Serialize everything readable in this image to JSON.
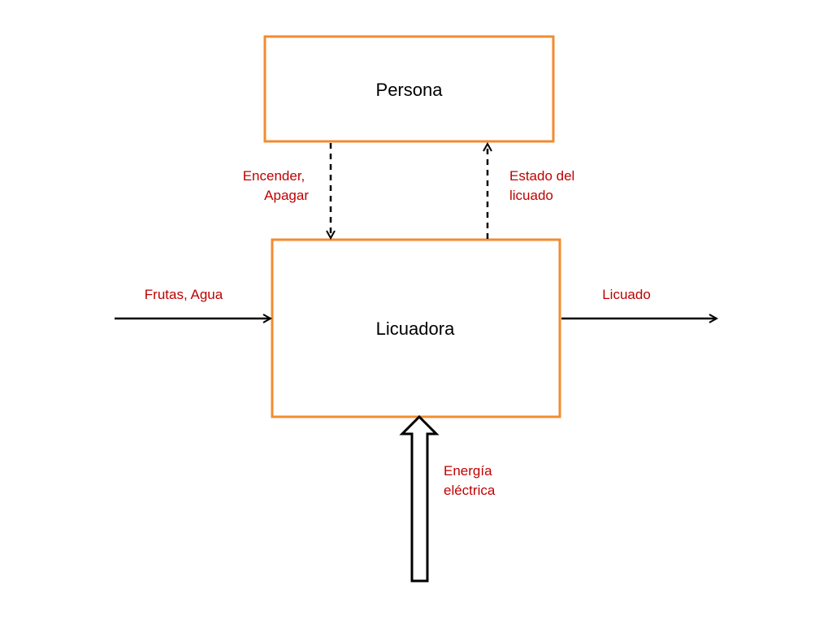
{
  "diagram": {
    "nodes": {
      "persona": {
        "label": "Persona"
      },
      "licuadora": {
        "label": "Licuadora"
      }
    },
    "flows": {
      "encender": {
        "lines": [
          "Encender,",
          "Apagar"
        ]
      },
      "estado": {
        "lines": [
          "Estado del",
          "licuado"
        ]
      },
      "frutas": {
        "lines": [
          "Frutas, Agua"
        ]
      },
      "licuado": {
        "lines": [
          "Licuado"
        ]
      },
      "energia": {
        "lines": [
          "Energía",
          "eléctrica"
        ]
      }
    }
  },
  "colors": {
    "box_border": "#F28B30",
    "label_text": "#C00000",
    "arrow": "#000000"
  }
}
